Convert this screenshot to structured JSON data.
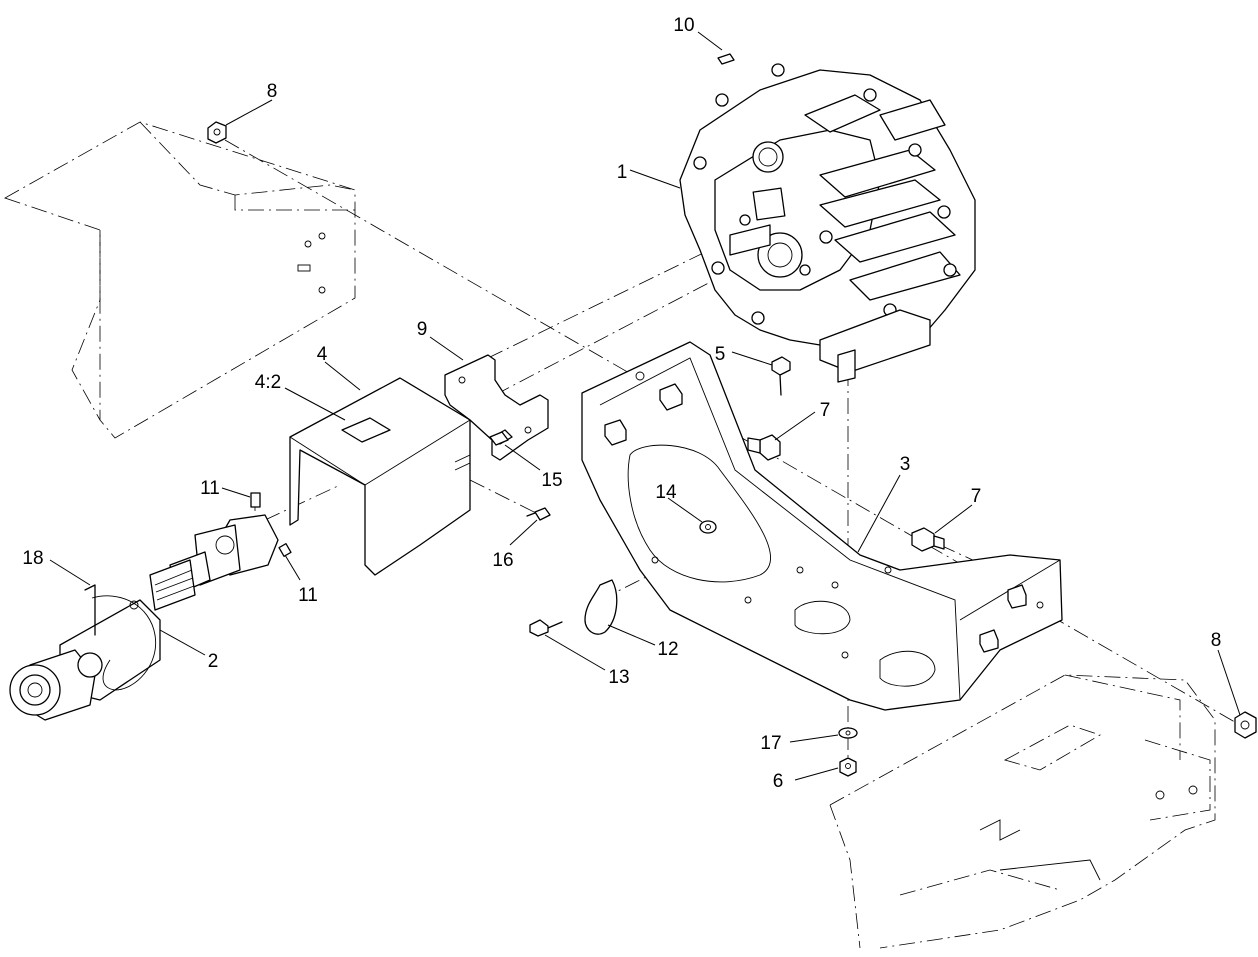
{
  "callouts": [
    {
      "id": "10",
      "label": "10"
    },
    {
      "id": "8a",
      "label": "8"
    },
    {
      "id": "1",
      "label": "1"
    },
    {
      "id": "9",
      "label": "9"
    },
    {
      "id": "4",
      "label": "4"
    },
    {
      "id": "4-2",
      "label": "4:2"
    },
    {
      "id": "5",
      "label": "5"
    },
    {
      "id": "7a",
      "label": "7"
    },
    {
      "id": "3",
      "label": "3"
    },
    {
      "id": "15",
      "label": "15"
    },
    {
      "id": "11a",
      "label": "11"
    },
    {
      "id": "14",
      "label": "14"
    },
    {
      "id": "7b",
      "label": "7"
    },
    {
      "id": "16",
      "label": "16"
    },
    {
      "id": "18",
      "label": "18"
    },
    {
      "id": "11b",
      "label": "11"
    },
    {
      "id": "2",
      "label": "2"
    },
    {
      "id": "12",
      "label": "12"
    },
    {
      "id": "13",
      "label": "13"
    },
    {
      "id": "8b",
      "label": "8"
    },
    {
      "id": "17",
      "label": "17"
    },
    {
      "id": "6",
      "label": "6"
    }
  ]
}
